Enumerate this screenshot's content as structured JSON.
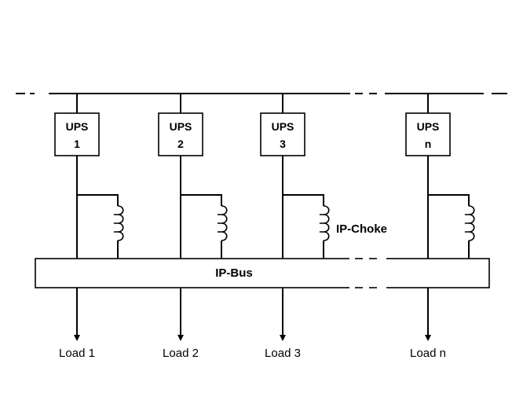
{
  "diagram": {
    "ups_units": [
      {
        "line1": "UPS",
        "line2": "1",
        "load": "Load 1"
      },
      {
        "line1": "UPS",
        "line2": "2",
        "load": "Load 2"
      },
      {
        "line1": "UPS",
        "line2": "3",
        "load": "Load 3"
      },
      {
        "line1": "UPS",
        "line2": "n",
        "load": "Load n"
      }
    ],
    "bus_label": "IP-Bus",
    "choke_label": "IP-Choke"
  }
}
